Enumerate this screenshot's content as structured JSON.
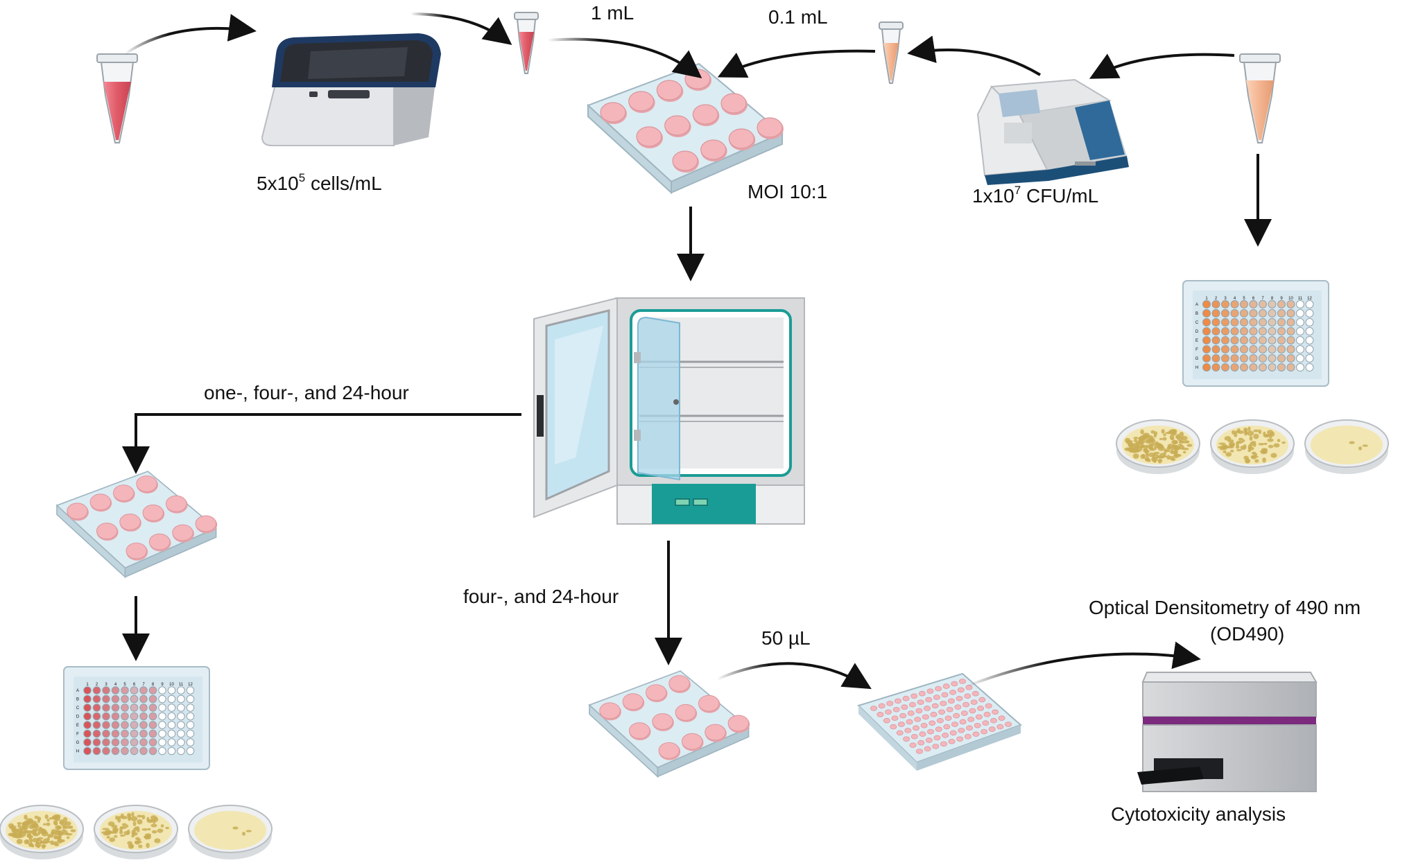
{
  "labels": {
    "cell_count": "5x10",
    "cell_count_exp": "5",
    "cell_count_unit": " cells/mL",
    "one_ml": "1 mL",
    "point_one_ml": "0.1 mL",
    "moi": "MOI 10:1",
    "cfu_count": "1x10",
    "cfu_count_exp": "7",
    "cfu_unit": " CFU/mL",
    "timepoints_left": "one-, four-, and 24-hour",
    "timepoints_bottom": "four-, and 24-hour",
    "fifty_ul": "50 µL",
    "optical_line1": "Optical Densitometry of 490 nm",
    "optical_line2": "(OD490)",
    "cytotoxicity": "Cytotoxicity analysis"
  },
  "plate_labels": {
    "columns": [
      "1",
      "2",
      "3",
      "4",
      "5",
      "6",
      "7",
      "8",
      "9",
      "10",
      "11",
      "12"
    ],
    "rows": [
      "A",
      "B",
      "C",
      "D",
      "E",
      "F",
      "G",
      "H"
    ]
  },
  "colors": {
    "tube_red": "#e05a68",
    "tube_peach": "#f3b48f",
    "well_pink": "#f4b6bb",
    "plate_blue": "#dcecf3",
    "well_orange": "#f08a44",
    "well_red": "#d9545a",
    "agar": "#f2e6b2",
    "colony": "#c9ad55",
    "incubator_teal": "#1a9c96",
    "reader_purple": "#7b2a7e",
    "arrow": "#111111"
  }
}
